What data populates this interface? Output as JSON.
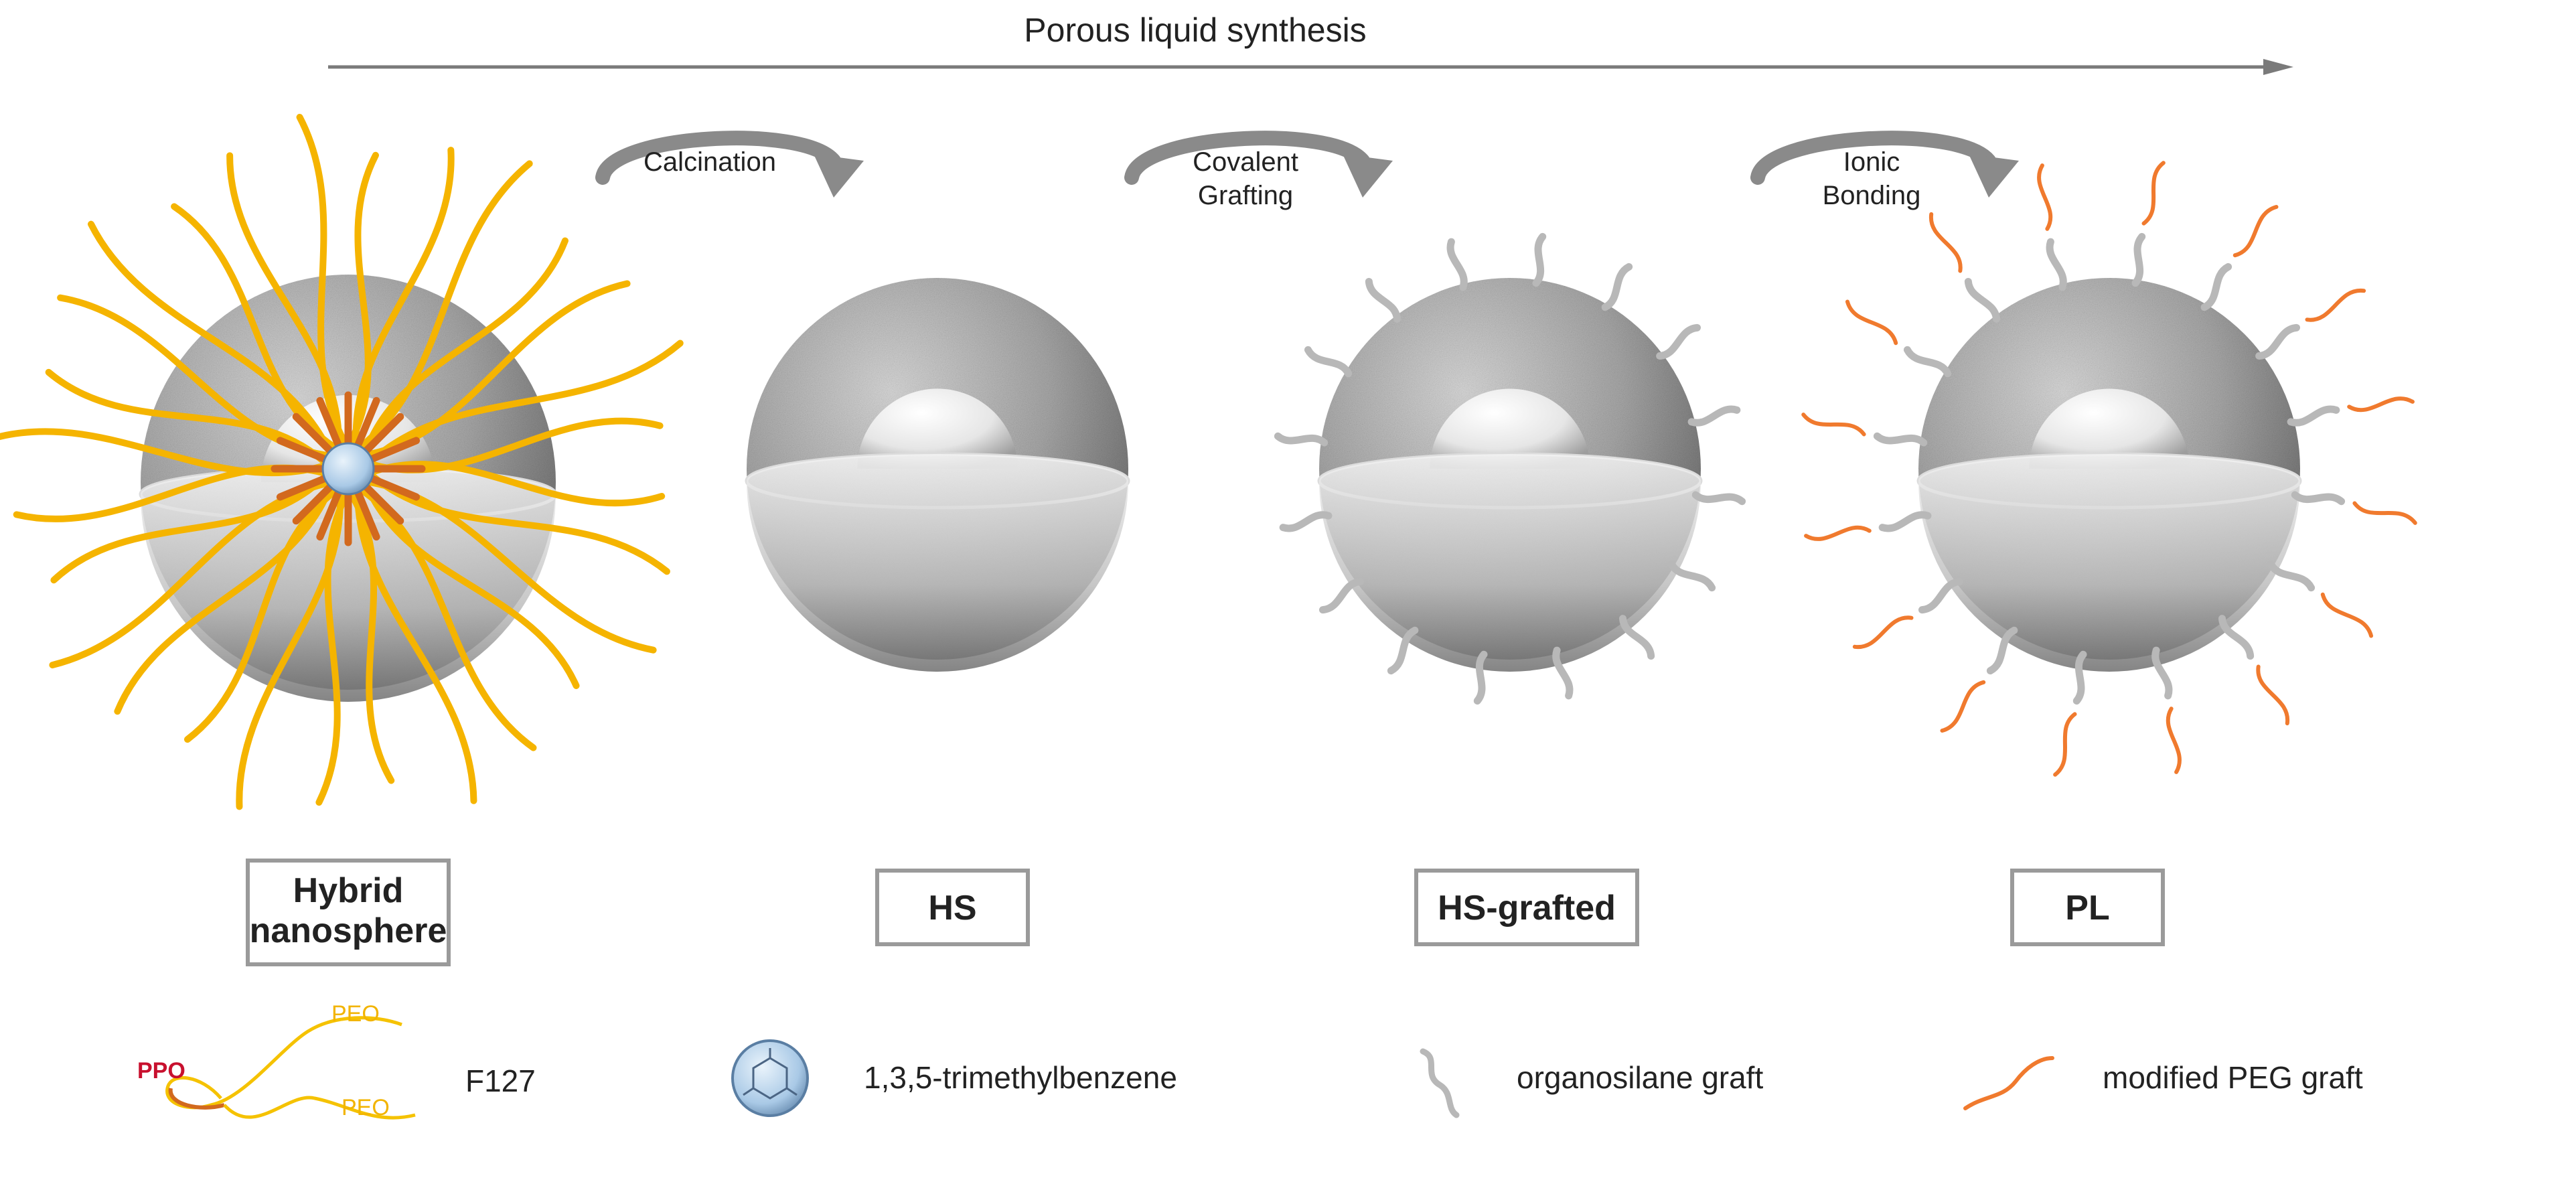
{
  "title": "Porous liquid synthesis",
  "steps": [
    {
      "line1": "Calcination",
      "line2": ""
    },
    {
      "line1": "Covalent",
      "line2": "Grafting"
    },
    {
      "line1": "Ionic",
      "line2": "Bonding"
    }
  ],
  "stages": [
    {
      "line1": "Hybrid",
      "line2": "nanosphere"
    },
    {
      "line1": "HS",
      "line2": ""
    },
    {
      "line1": "HS-grafted",
      "line2": ""
    },
    {
      "line1": "PL",
      "line2": ""
    }
  ],
  "legend": {
    "ppo": "PPO",
    "peo_top": "PEO",
    "peo_bottom": "PEO",
    "f127": "F127",
    "tmb": "1,3,5-trimethylbenzene",
    "organosilane": "organosilane graft",
    "peg": "modified PEG graft"
  },
  "colors": {
    "f127_peo": "#f5b400",
    "f127_ppo": "#d2691e",
    "organosilane": "#b8b8b8",
    "peg": "#f07a2e",
    "arrow": "#8a8a8a",
    "box_border": "#9a9a9a"
  }
}
